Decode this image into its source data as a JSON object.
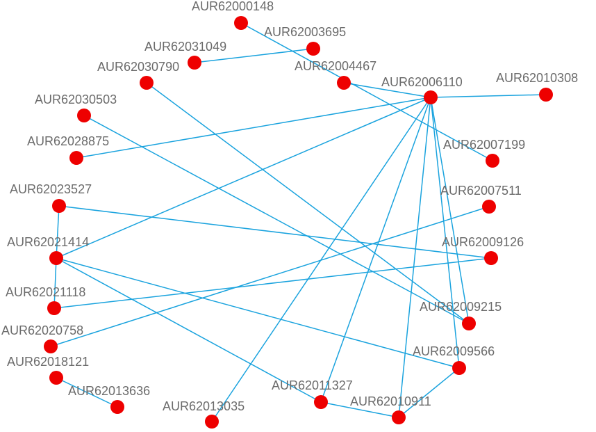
{
  "nodes": [
    {
      "id": "AUR62000148",
      "label": "AUR62000148"
    },
    {
      "id": "AUR62003695",
      "label": "AUR62003695"
    },
    {
      "id": "AUR62031049",
      "label": "AUR62031049"
    },
    {
      "id": "AUR62030790",
      "label": "AUR62030790"
    },
    {
      "id": "AUR62004467",
      "label": "AUR62004467"
    },
    {
      "id": "AUR62006110",
      "label": "AUR62006110"
    },
    {
      "id": "AUR62010308",
      "label": "AUR62010308"
    },
    {
      "id": "AUR62030503",
      "label": "AUR62030503"
    },
    {
      "id": "AUR62028875",
      "label": "AUR62028875"
    },
    {
      "id": "AUR62007199",
      "label": "AUR62007199"
    },
    {
      "id": "AUR62023527",
      "label": "AUR62023527"
    },
    {
      "id": "AUR62007511",
      "label": "AUR62007511"
    },
    {
      "id": "AUR62021414",
      "label": "AUR62021414"
    },
    {
      "id": "AUR62009126",
      "label": "AUR62009126"
    },
    {
      "id": "AUR62021118",
      "label": "AUR62021118"
    },
    {
      "id": "AUR62009215",
      "label": "AUR62009215"
    },
    {
      "id": "AUR62020758",
      "label": "AUR62020758"
    },
    {
      "id": "AUR62009566",
      "label": "AUR62009566"
    },
    {
      "id": "AUR62018121",
      "label": "AUR62018121"
    },
    {
      "id": "AUR62013636",
      "label": "AUR62013636"
    },
    {
      "id": "AUR62011327",
      "label": "AUR62011327"
    },
    {
      "id": "AUR62010911",
      "label": "AUR62010911"
    },
    {
      "id": "AUR62013035",
      "label": "AUR62013035"
    }
  ],
  "edges": [
    [
      "AUR62000148",
      "AUR62007199"
    ],
    [
      "AUR62031049",
      "AUR62003695"
    ],
    [
      "AUR62030790",
      "AUR62009215"
    ],
    [
      "AUR62004467",
      "AUR62006110"
    ],
    [
      "AUR62006110",
      "AUR62010308"
    ],
    [
      "AUR62006110",
      "AUR62028875"
    ],
    [
      "AUR62006110",
      "AUR62021414"
    ],
    [
      "AUR62006110",
      "AUR62013035"
    ],
    [
      "AUR62006110",
      "AUR62011327"
    ],
    [
      "AUR62006110",
      "AUR62010911"
    ],
    [
      "AUR62006110",
      "AUR62009566"
    ],
    [
      "AUR62006110",
      "AUR62009215"
    ],
    [
      "AUR62030503",
      "AUR62009215"
    ],
    [
      "AUR62023527",
      "AUR62009126"
    ],
    [
      "AUR62023527",
      "AUR62021414"
    ],
    [
      "AUR62021414",
      "AUR62021118"
    ],
    [
      "AUR62021414",
      "AUR62009566"
    ],
    [
      "AUR62021414",
      "AUR62011327"
    ],
    [
      "AUR62021118",
      "AUR62009126"
    ],
    [
      "AUR62020758",
      "AUR62007511"
    ],
    [
      "AUR62018121",
      "AUR62013636"
    ],
    [
      "AUR62011327",
      "AUR62010911"
    ],
    [
      "AUR62010911",
      "AUR62009566"
    ]
  ]
}
